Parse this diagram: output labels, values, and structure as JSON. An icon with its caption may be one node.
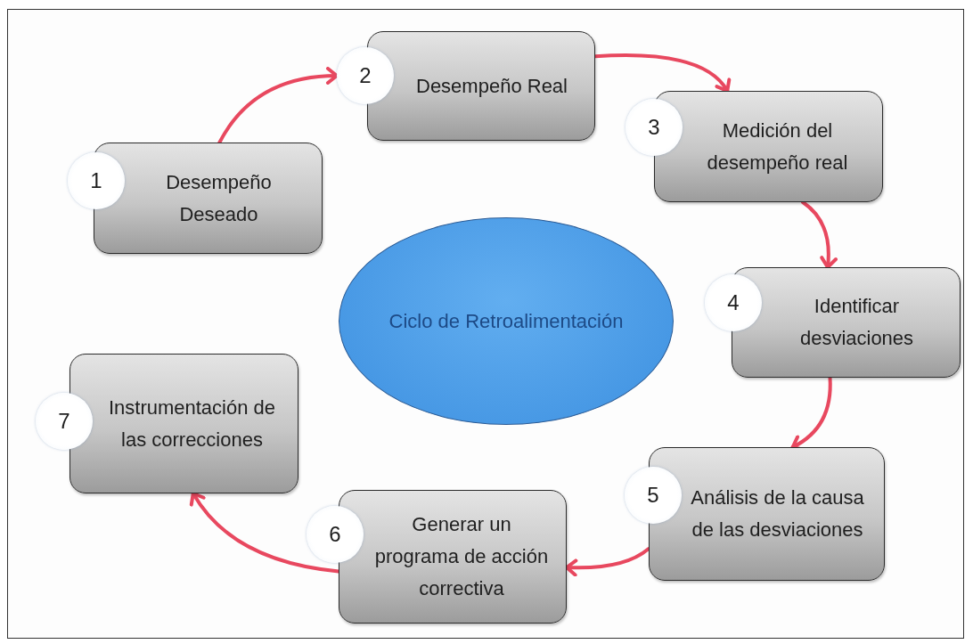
{
  "diagram": {
    "nodes": [
      {
        "text": [
          "1"
        ]
      },
      {
        "text": [
          "Desempeño Deseado"
        ]
      },
      {
        "text": [
          "2"
        ]
      },
      {
        "text": [
          "Desempeño Real"
        ]
      },
      {
        "text": [
          "3"
        ]
      },
      {
        "text": [
          "Medición del desempeño real"
        ]
      },
      {
        "text": [
          "4"
        ]
      },
      {
        "text": [
          "Identificar desviaciones"
        ]
      },
      {
        "text": [
          "5"
        ]
      },
      {
        "text": [
          "Análisis de la causa de las desviaciones"
        ]
      },
      {
        "text": [
          "6"
        ]
      },
      {
        "text": [
          "Generar un programa de acción correctiva"
        ]
      },
      {
        "text": [
          "7"
        ]
      },
      {
        "text": [
          "Instrumentación de las correcciones"
        ]
      },
      {
        "text": [
          "Ciclo de Retroalimentación"
        ]
      }
    ],
    "edges": [
      {
        "from": 1,
        "to": 2,
        "arrow": "to"
      },
      {
        "from": 3,
        "to": 5,
        "arrow": "to"
      },
      {
        "from": 5,
        "to": 7,
        "arrow": "to"
      },
      {
        "from": 7,
        "to": 9,
        "arrow": "to"
      },
      {
        "from": 9,
        "to": 11,
        "arrow": "to"
      },
      {
        "from": 11,
        "to": 13,
        "arrow": "to"
      }
    ]
  }
}
